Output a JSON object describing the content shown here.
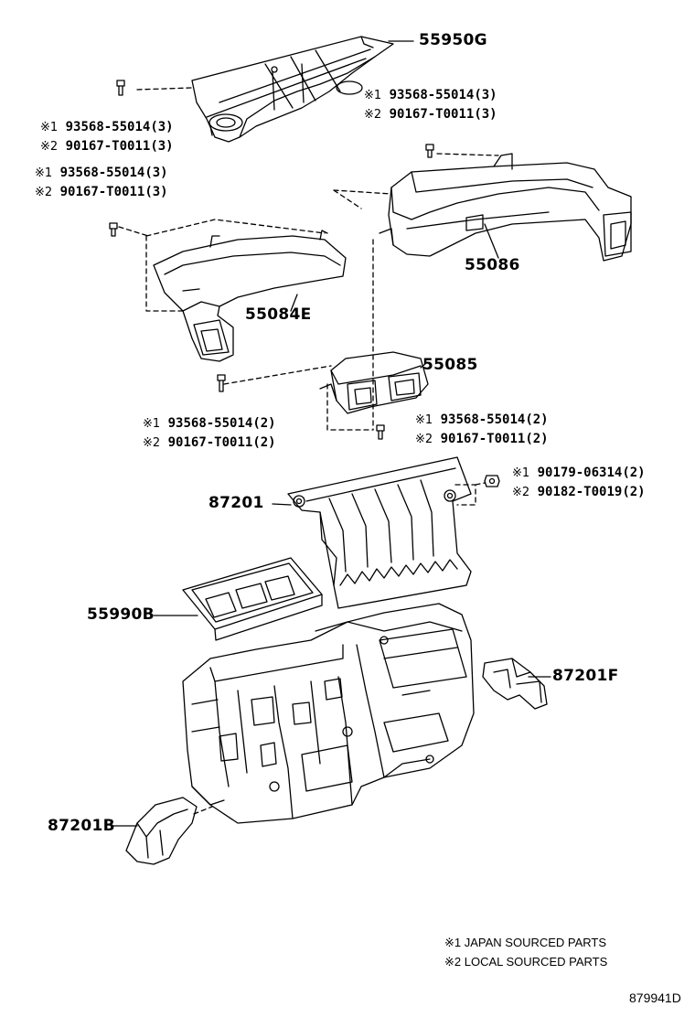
{
  "parts": {
    "p55950g": "55950G",
    "p55086": "55086",
    "p55084e": "55084E",
    "p55085": "55085",
    "p87201": "87201",
    "p55990b": "55990B",
    "p87201f": "87201F",
    "p87201b": "87201B"
  },
  "refs": {
    "a": [
      {
        "mark": "※1",
        "text": " 93568-55014(3)"
      },
      {
        "mark": "※2",
        "text": " 90167-T0011(3)"
      }
    ],
    "b": [
      {
        "mark": "※1",
        "text": " 93568-55014(3)"
      },
      {
        "mark": "※2",
        "text": " 90167-T0011(3)"
      }
    ],
    "c": [
      {
        "mark": "※1",
        "text": " 93568-55014(3)"
      },
      {
        "mark": "※2",
        "text": " 90167-T0011(3)"
      }
    ],
    "d": [
      {
        "mark": "※1",
        "text": " 93568-55014(2)"
      },
      {
        "mark": "※2",
        "text": " 90167-T0011(2)"
      }
    ],
    "e": [
      {
        "mark": "※1",
        "text": " 93568-55014(2)"
      },
      {
        "mark": "※2",
        "text": " 90167-T0011(2)"
      }
    ],
    "f": [
      {
        "mark": "※1",
        "text": " 90179-06314(2)"
      },
      {
        "mark": "※2",
        "text": " 90182-T0019(2)"
      }
    ]
  },
  "legend": {
    "line1": "※1 JAPAN SOURCED PARTS",
    "line2": "※2 LOCAL SOURCED PARTS"
  },
  "doc_id": "879941D"
}
